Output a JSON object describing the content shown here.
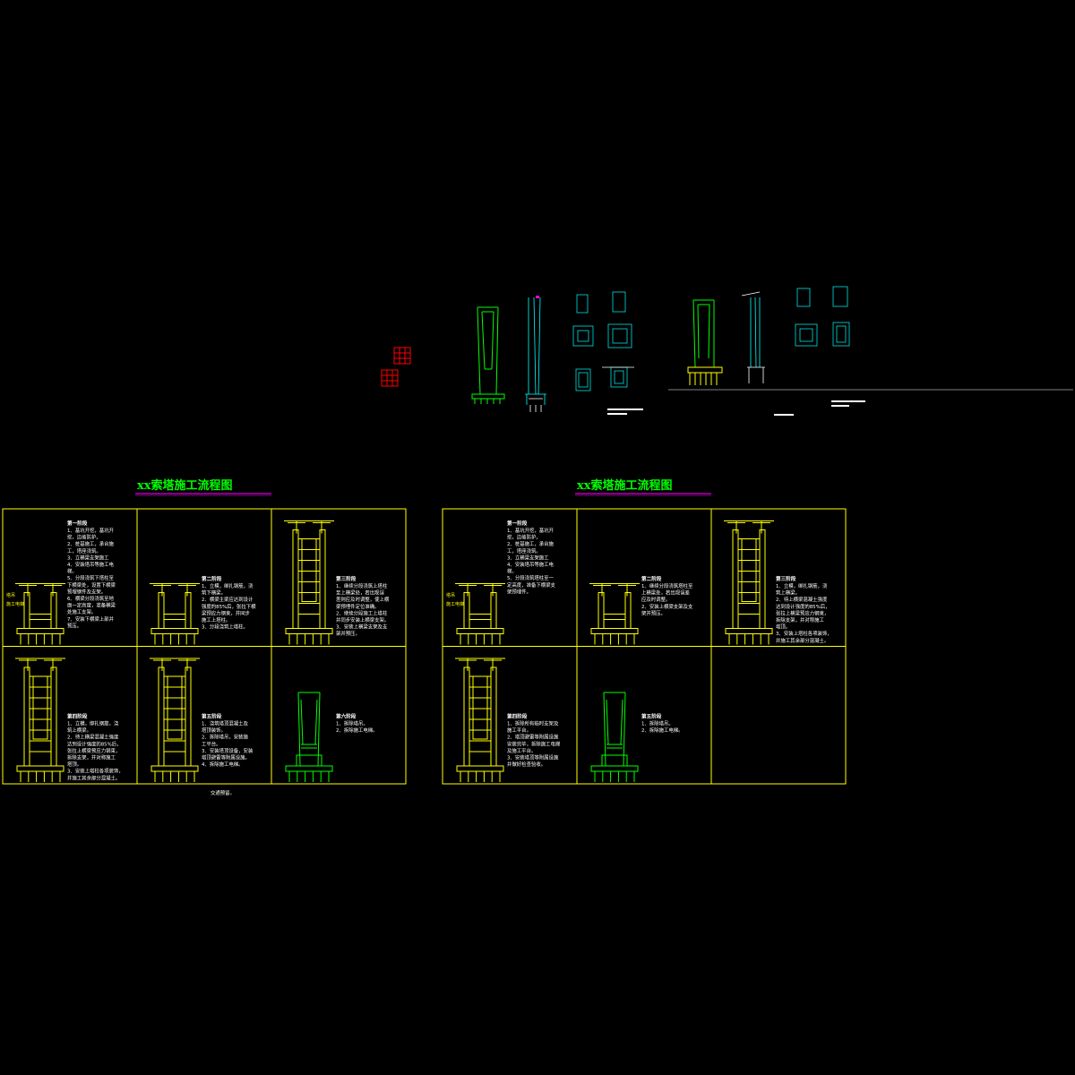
{
  "sheets": [
    {
      "title": "xx索塔施工流程图",
      "cells": [
        {
          "heading": "第一阶段",
          "lines": [
            "1、基坑开挖，基坑开",
            "挖，边坡防护。",
            "2、桩基施工，承台施",
            "工，塔座浇筑。",
            "3、立横梁支架施工",
            "4、安装塔吊等施工电",
            "梯。",
            "5、分段浇筑下塔柱至",
            "下横梁处，设置下横梁",
            "预埋钢件及支架。",
            "6、横梁分段浇筑至地",
            "面一定高度，准备横梁",
            "处施工支架。",
            "7、安装下横梁上部并",
            "预压。"
          ],
          "labels": [
            "塔吊",
            "施工电梯"
          ]
        },
        {
          "heading": "第二阶段",
          "lines": [
            "1、立模，绑扎钢筋，浇",
            "筑下横梁。",
            "2、横梁主梁应达到设计",
            "强度的85%后，张拉下横",
            "梁预应力钢束，并同步",
            "施工上塔柱。",
            "3、分段浇筑上塔柱。"
          ]
        },
        {
          "heading": "第三阶段",
          "lines": [
            "1、继续分段浇筑上塔柱",
            "至上横梁处，若出现误",
            "差则应及时调整，使上横",
            "梁预埋件定位准确。",
            "2、继续分段施工上塔柱",
            "并同步安装上横梁支架。",
            "3、安装上横梁支架及支",
            "架并预压。"
          ]
        },
        {
          "heading": "第四阶段",
          "lines": [
            "1、立模，绑扎钢筋，浇",
            "筑上横梁。",
            "2、待上横梁混凝土强度",
            "达到设计强度的85%后，",
            "张拉上横梁预应力钢束，",
            "拆除支架，并对称施工",
            "塔顶。",
            "3、安装上塔柱各项装饰，",
            "并施工其余部分混凝土。"
          ]
        },
        {
          "heading": "第五阶段",
          "lines": [
            "1、浇筑塔顶混凝土及",
            "塔顶装饰。",
            "2、拆除塔吊，安装施",
            "工平台。",
            "3、安装塔顶设备，安装",
            "塔顶避雷等附属设施。",
            "4、拆除施工电梯。"
          ],
          "extra": "交通预留。"
        },
        {
          "heading": "第六阶段",
          "lines": [
            "1、拆除塔吊。",
            "2、拆除施工电梯。"
          ]
        }
      ]
    },
    {
      "title": "xx索塔施工流程图",
      "cells": [
        {
          "heading": "第一阶段",
          "lines": [
            "1、基坑开挖，基坑开",
            "挖，边坡防护。",
            "2、桩基施工，承台施",
            "工，塔座浇筑。",
            "3、立横梁支架施工",
            "4、安装塔吊等施工电",
            "梯。",
            "5、分段浇筑塔柱至一",
            "定高度，准备下横梁支",
            "架预埋件。"
          ],
          "labels": [
            "塔吊",
            "施工电梯"
          ]
        },
        {
          "heading": "第二阶段",
          "lines": [
            "1、继续分段浇筑塔柱至",
            "上横梁处，若出现误差",
            "应及时调整。",
            "2、安装上横梁支架及支",
            "架并预压。"
          ]
        },
        {
          "heading": "第三阶段",
          "lines": [
            "1、立模，绑扎钢筋，浇",
            "筑上横梁。",
            "2、待上横梁混凝土强度",
            "达到设计强度的85%后，",
            "张拉上横梁预应力钢束，",
            "拆除支架，并对称施工",
            "塔顶。",
            "3、安装上塔柱各项装饰，",
            "并施工其余部分混凝土。"
          ]
        },
        {
          "heading": "第四阶段",
          "lines": [
            "1、拆除所有临时支架及",
            "施工平台。",
            "2、塔顶避雷等附属设施",
            "安装完毕，拆除施工电梯",
            "及施工平台。",
            "3、安装塔顶等附属设施",
            "并做好检查验收。"
          ]
        },
        {
          "heading": "第五阶段",
          "lines": [
            "1、拆除塔吊。",
            "2、拆除施工电梯。"
          ]
        }
      ]
    }
  ],
  "colors": {
    "frame": "#ffff00",
    "tower": "#ffff00",
    "tower_alt": "#00ff00",
    "text": "#ffffff",
    "title": "#00ff00",
    "underline": "#ff00ff",
    "detail": "#00ffff",
    "marker": "#ff0000"
  }
}
